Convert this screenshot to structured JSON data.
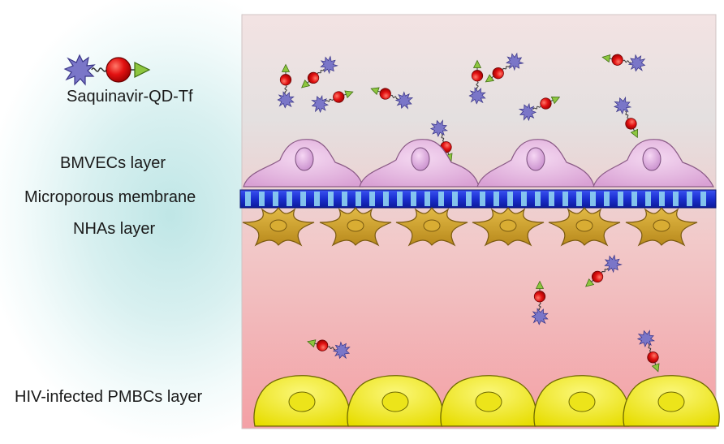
{
  "title": "",
  "labels": {
    "conjugate": "Saquinavir-QD-Tf",
    "bmvec_layer": "BMVECs layer",
    "membrane": "Microporous membrane",
    "nha_layer": "NHAs layer",
    "pmbc_layer": "HIV-infected PMBCs layer"
  },
  "colors": {
    "qd_core": "#e01010",
    "transferrin": "#8dc63f",
    "saquinavir": "#7a76c8",
    "bmvec_cell": "#e4b2e0",
    "membrane": "#1a2ecf",
    "nha_cell": "#c99a28",
    "pmbc_cell": "#f4ef18"
  },
  "icons": [
    "saquinavir-qd-tf-conjugate-icon"
  ]
}
